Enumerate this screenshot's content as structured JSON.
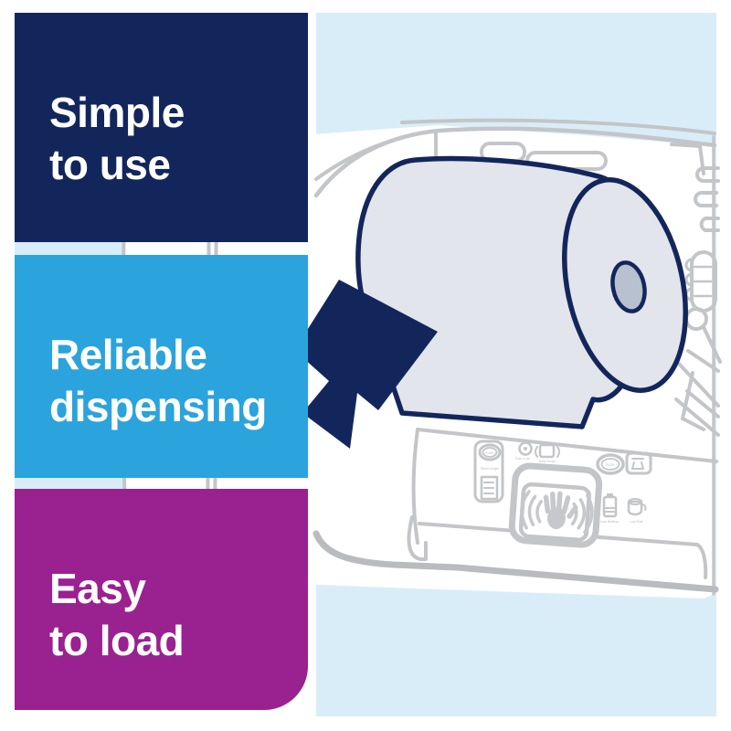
{
  "page": {
    "type": "product-feature-graphic",
    "background": "#FFFFFF"
  },
  "feature_blocks": [
    {
      "id": "simple",
      "label": "Simple\nto use",
      "color": "#13265C",
      "text_color": "#FFFFFF"
    },
    {
      "id": "reliable",
      "label": "Reliable\ndispensing",
      "color": "#2BA3DC",
      "text_color": "#FFFFFF"
    },
    {
      "id": "easy",
      "label": "Easy\nto load",
      "color": "#9A2190",
      "text_color": "#FFFFFF"
    }
  ],
  "illustration": {
    "subject": "blue paper towel roll being loaded into an open dispenser, shown with a navy arrow",
    "panel_background": "#D9EDF8",
    "accent_navy": "#13265C",
    "line_art_grey": "#C3C5C8",
    "roll_fill": "#E2E5EC",
    "roll_core_fill": "#B7C1D0",
    "control_panel": {
      "push_button_left": "PUSH",
      "sheet_length_label": "Sheet Length",
      "push_use_label": "Push & use",
      "hand_sensor_label": "Hand Sensor",
      "push_button_right": "PUSH",
      "low_battery_label": "Low Battery",
      "low_roll_label": "Low Roll"
    }
  }
}
